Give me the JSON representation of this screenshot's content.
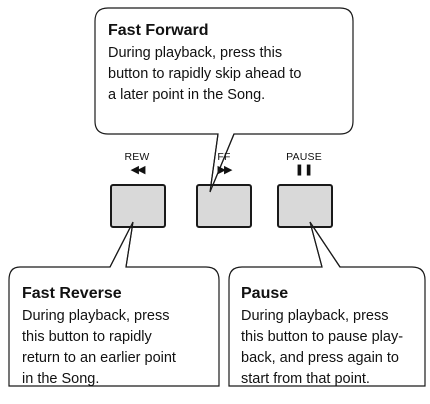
{
  "callouts": {
    "fast_forward": {
      "title": "Fast Forward",
      "lines": [
        "During playback, press this",
        "button to rapidly skip ahead to",
        "a later point in the Song."
      ]
    },
    "fast_reverse": {
      "title": "Fast Reverse",
      "lines": [
        "During playback, press",
        "this button to rapidly",
        "return to an earlier point",
        "in the Song."
      ]
    },
    "pause": {
      "title": "Pause",
      "lines": [
        "During playback, press",
        "this button to pause play-",
        "back, and press again to",
        "start from that point."
      ]
    }
  },
  "buttons": [
    {
      "label": "REW",
      "glyph": "◀◀"
    },
    {
      "label": "FF",
      "glyph": "▶▶"
    },
    {
      "label": "PAUSE",
      "glyph": "❚❚"
    }
  ],
  "colors": {
    "key_fill": "#d9d9d9",
    "outline": "#1a1a1a"
  }
}
